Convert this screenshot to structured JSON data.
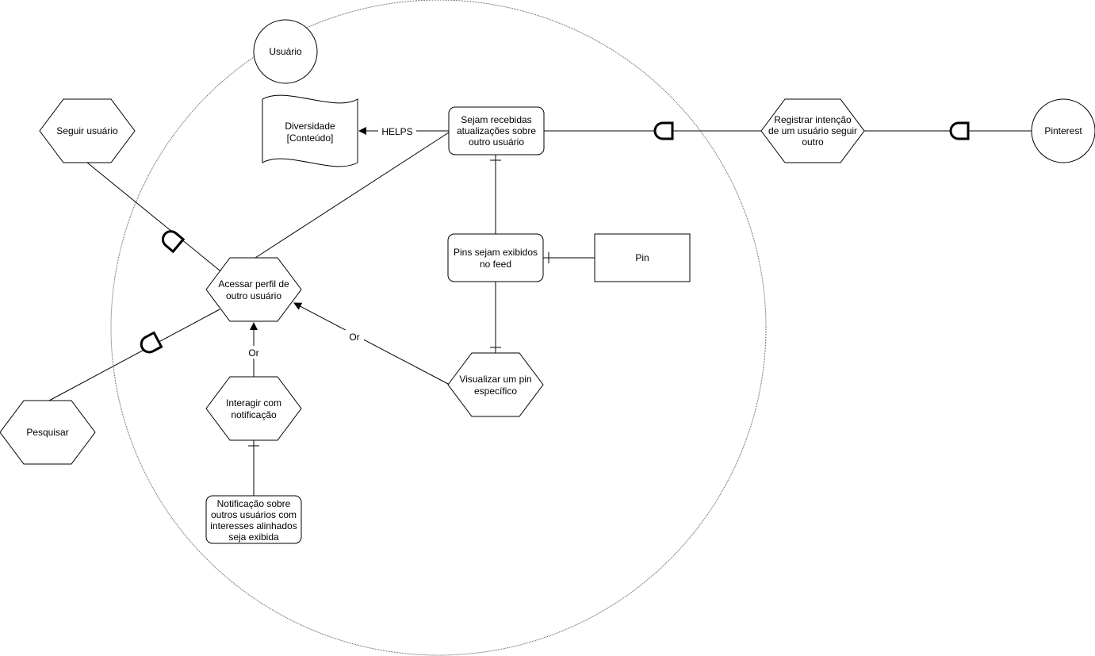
{
  "actors": {
    "usuario": "Usuário",
    "pinterest": "Pinterest"
  },
  "goals": {
    "sejam_recebidas": [
      "Sejam recebidas",
      "atualizações sobre",
      "outro usuário"
    ],
    "pins_feed": [
      "Pins sejam exibidos",
      "no feed"
    ],
    "notificacao": [
      "Notificação sobre",
      "outros usuários com",
      "interesses alinhados",
      "seja exibida"
    ]
  },
  "tasks": {
    "acessar_perfil": [
      "Acessar perfil de",
      "outro usuário"
    ],
    "seguir_usuario": [
      "Seguir usuário"
    ],
    "pesquisar": [
      "Pesquisar"
    ],
    "interagir": [
      "Interagir com",
      "notificação"
    ],
    "visualizar_pin": [
      "Visualizar um pin",
      "específico"
    ],
    "registrar": [
      "Registrar intenção",
      "de um usuário seguir",
      "outro"
    ]
  },
  "softgoals": {
    "diversidade": [
      "Diversidade",
      "[Conteúdo]"
    ]
  },
  "resources": {
    "pin": "Pin"
  },
  "link_labels": {
    "helps": "HELPS",
    "or_interagir": "Or",
    "or_visualizar": "Or"
  }
}
